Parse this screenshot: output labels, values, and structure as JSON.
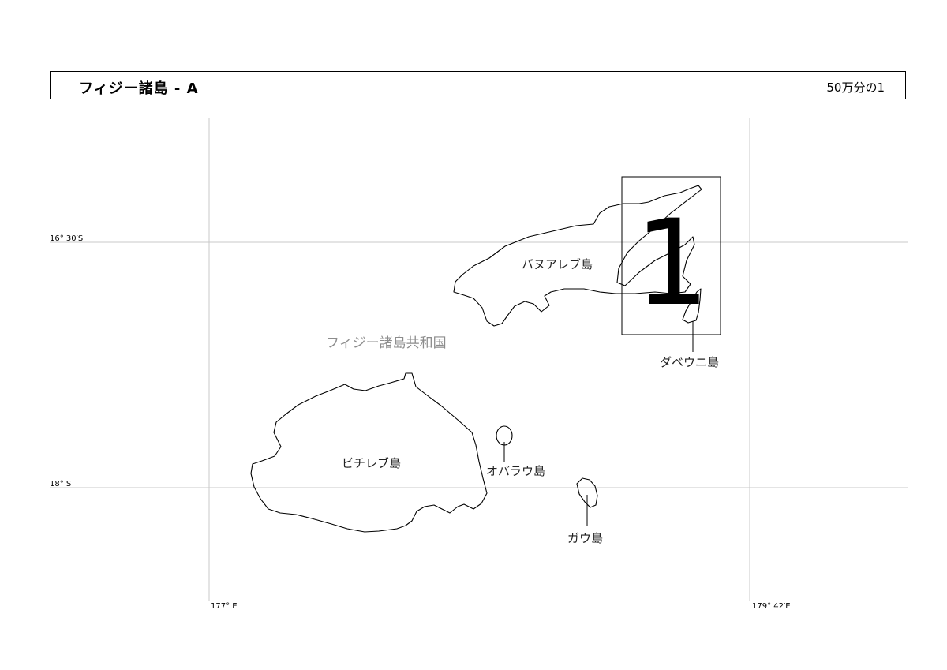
{
  "header": {
    "title": "フィジー諸島 - A",
    "scale": "50万分の1"
  },
  "map": {
    "country": "フィジー諸島共和国",
    "islands": {
      "vanua_levu": "バヌアレブ島",
      "viti_levu": "ビチレブ島",
      "taveuni": "ダベウニ島",
      "ovalau": "オバラウ島",
      "gau": "ガウ島"
    },
    "inset_number": "1",
    "coords": {
      "lat_1": "16° 30′S",
      "lat_2": "18° S",
      "lon_1": "177° E",
      "lon_2": "179° 42′E"
    }
  }
}
